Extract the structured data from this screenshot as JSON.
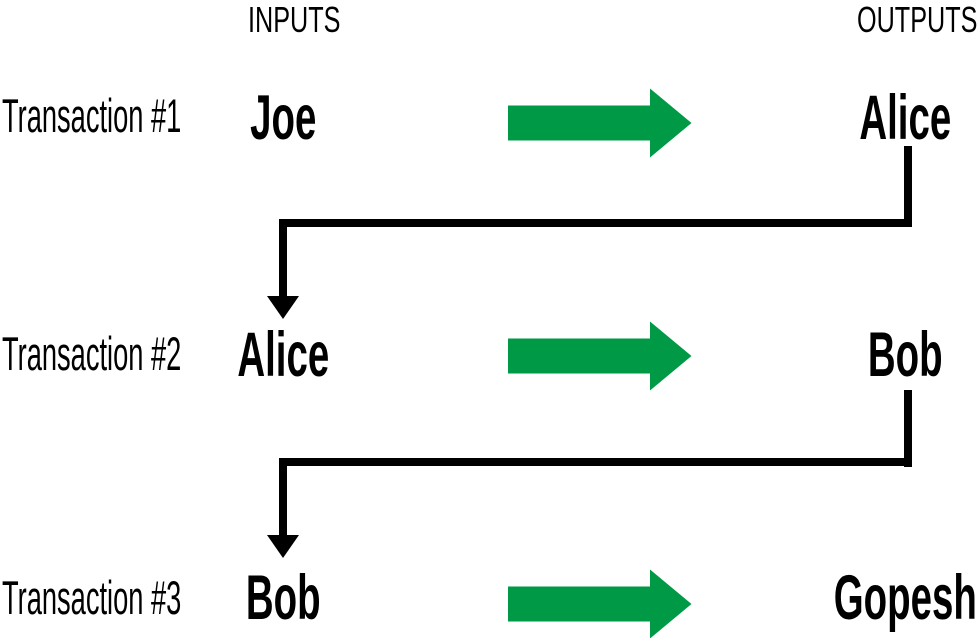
{
  "header": {
    "inputs": "INPUTS",
    "outputs": "OUTPUTS"
  },
  "rows": [
    {
      "label": "Transaction #1",
      "input": "Joe",
      "output": "Alice"
    },
    {
      "label": "Transaction #2",
      "input": "Alice",
      "output": "Bob"
    },
    {
      "label": "Transaction #3",
      "input": "Bob",
      "output": "Gopesh"
    }
  ],
  "icons": {
    "flow_arrow": "right-arrow",
    "connector_arrow": "down-arrow"
  },
  "colors": {
    "arrow_green": "#009a46",
    "connector_black": "#000000",
    "text_black": "#000000",
    "background": "#ffffff"
  }
}
